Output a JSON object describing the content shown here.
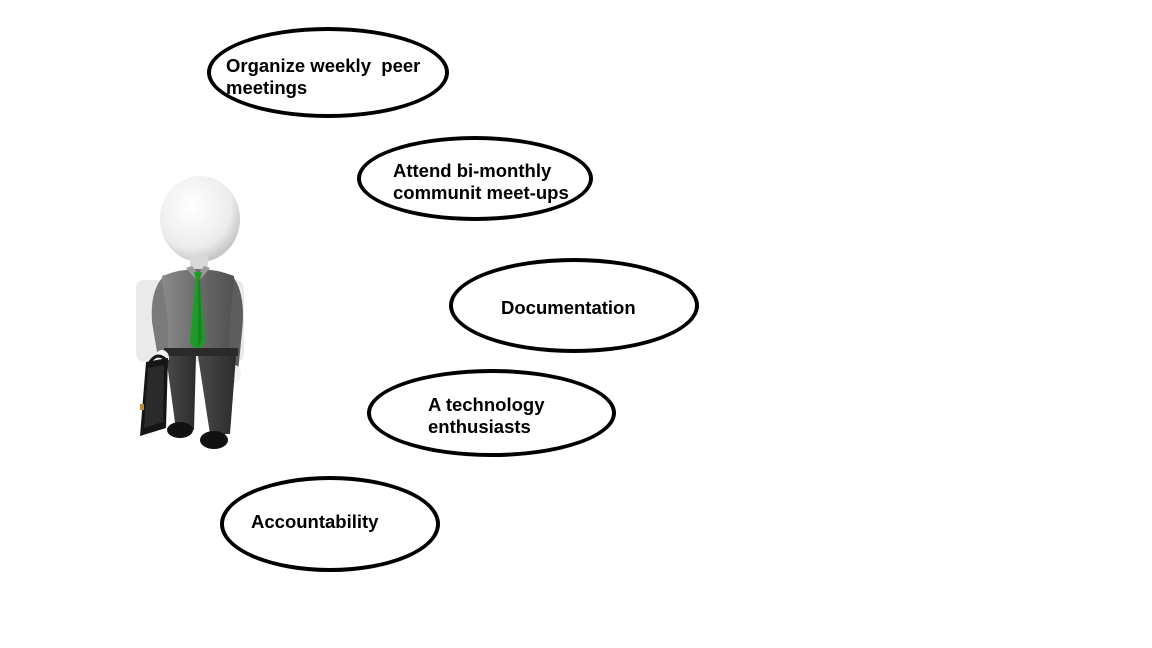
{
  "diagram": {
    "figure_icon": "businessman-with-briefcase-icon",
    "colors": {
      "outline": "#000000",
      "tie": "#1f9a2a",
      "shirt": "#6b6b6b",
      "head": "#f4f4f4"
    },
    "bubbles": [
      {
        "text": "Organize weekly  peer\nmeetings"
      },
      {
        "text": "Attend bi-monthly\ncommunit meet-ups"
      },
      {
        "text": "Documentation"
      },
      {
        "text": "A technology\nenthusiasts"
      },
      {
        "text": "Accountability"
      }
    ]
  }
}
